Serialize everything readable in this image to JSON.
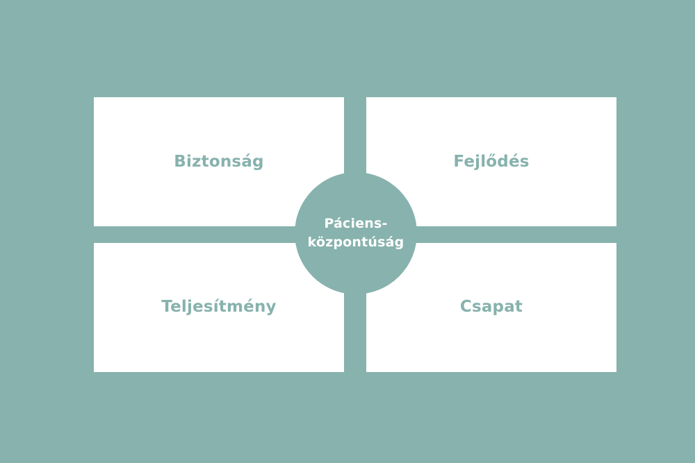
{
  "diagram": {
    "quadrants": [
      {
        "label": "Biztonság"
      },
      {
        "label": "Fejlődés"
      },
      {
        "label": "Teljesítmény"
      },
      {
        "label": "Csapat"
      }
    ],
    "center": {
      "line1": "Páciens-",
      "line2": "központúság"
    }
  },
  "colors": {
    "background": "#87b2ad",
    "card": "#ffffff",
    "label_text": "#87b2ad",
    "center_text": "#ffffff"
  }
}
